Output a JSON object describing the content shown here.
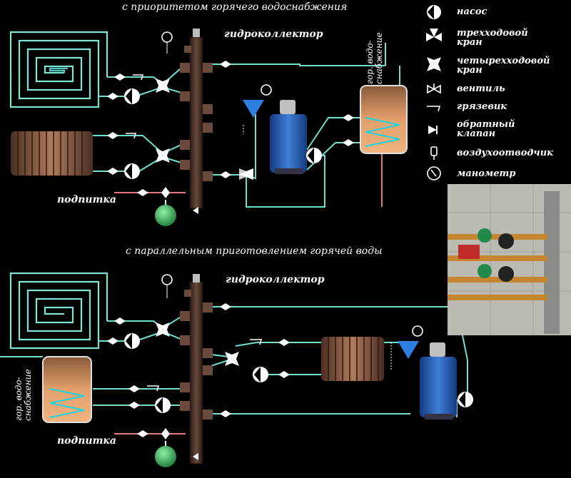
{
  "scheme_top": {
    "title": "с приоритетом горячего водоснабжения",
    "collector_label": "гидроколлектор",
    "makeup_label": "подпитка",
    "dhw_label": "гор. водо-\nснабжение"
  },
  "scheme_bottom": {
    "title": "с параллельным приготовлением горячей воды",
    "collector_label": "гидроколлектор",
    "makeup_label": "подпитка",
    "dhw_label": "гор. водо-\nснабжение"
  },
  "legend": {
    "items": [
      {
        "icon": "pump-icon",
        "label": "насос"
      },
      {
        "icon": "three-way-valve-icon",
        "label": "трехходовой\nкран"
      },
      {
        "icon": "four-way-valve-icon",
        "label": "четырехходовой\nкран"
      },
      {
        "icon": "shutoff-valve-icon",
        "label": "вентиль"
      },
      {
        "icon": "strainer-icon",
        "label": "грязевик"
      },
      {
        "icon": "check-valve-icon",
        "label": "обратный\nклапан"
      },
      {
        "icon": "air-vent-icon",
        "label": "воздухоотводчик"
      },
      {
        "icon": "manometer-icon",
        "label": "манометр"
      }
    ]
  },
  "colors": {
    "background": "#000000",
    "supply_pipe": "#6fe0d0",
    "return_pipe": "#5fc8e8",
    "cold_water_pipe": "#e07b7b",
    "collector": "#4a3128",
    "boiler": "#2c5fb0",
    "tank": "#e8a070",
    "expansion_tank": "#2f9a4d",
    "radiator": "#8a5a42"
  }
}
